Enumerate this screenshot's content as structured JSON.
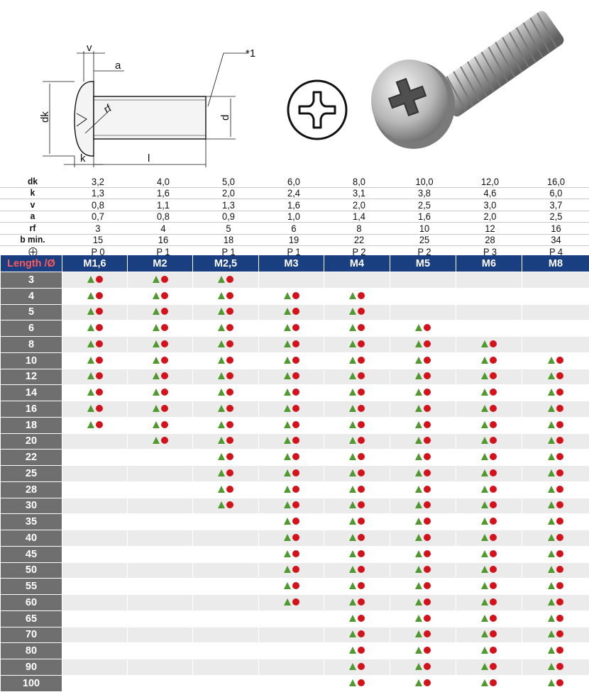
{
  "drawing": {
    "labels": {
      "v": "v",
      "a": "a",
      "note": "*1",
      "dk": "dk",
      "rf": "rf",
      "d": "d",
      "k": "k",
      "l": "l"
    }
  },
  "drive_symbol": {
    "icon": "phillips-cross-icon"
  },
  "photo": {
    "icon": "pan-head-screw-photo"
  },
  "dimensions": {
    "rows": [
      {
        "label": "dk",
        "values": [
          "3,2",
          "4,0",
          "5,0",
          "6,0",
          "8,0",
          "10,0",
          "12,0",
          "16,0"
        ]
      },
      {
        "label": "k",
        "values": [
          "1,3",
          "1,6",
          "2,0",
          "2,4",
          "3,1",
          "3,8",
          "4,6",
          "6,0"
        ]
      },
      {
        "label": "v",
        "values": [
          "0,8",
          "1,1",
          "1,3",
          "1,6",
          "2,0",
          "2,5",
          "3,0",
          "3,7"
        ]
      },
      {
        "label": "a",
        "values": [
          "0,7",
          "0,8",
          "0,9",
          "1,0",
          "1,4",
          "1,6",
          "2,0",
          "2,5"
        ]
      },
      {
        "label": "rf",
        "values": [
          "3",
          "4",
          "5",
          "6",
          "8",
          "10",
          "12",
          "16"
        ]
      },
      {
        "label": "b min.",
        "values": [
          "15",
          "16",
          "18",
          "19",
          "22",
          "25",
          "28",
          "34"
        ]
      },
      {
        "label": "",
        "icon": "phillips-drive-icon",
        "values": [
          "P 0",
          "P 1",
          "P 1",
          "P 1",
          "P 2",
          "P 2",
          "P 3",
          "P 4"
        ]
      }
    ]
  },
  "availability": {
    "header_label": "Length /Ø",
    "sizes": [
      "M1,6",
      "M2",
      "M2,5",
      "M3",
      "M4",
      "M5",
      "M6",
      "M8"
    ],
    "marker_colors": {
      "triangle": "#4f9a2e",
      "dot": "#d3121b"
    },
    "rows": [
      {
        "length": "3",
        "available": [
          1,
          1,
          1,
          0,
          0,
          0,
          0,
          0
        ]
      },
      {
        "length": "4",
        "available": [
          1,
          1,
          1,
          1,
          1,
          0,
          0,
          0
        ]
      },
      {
        "length": "5",
        "available": [
          1,
          1,
          1,
          1,
          1,
          0,
          0,
          0
        ]
      },
      {
        "length": "6",
        "available": [
          1,
          1,
          1,
          1,
          1,
          1,
          0,
          0
        ]
      },
      {
        "length": "8",
        "available": [
          1,
          1,
          1,
          1,
          1,
          1,
          1,
          0
        ]
      },
      {
        "length": "10",
        "available": [
          1,
          1,
          1,
          1,
          1,
          1,
          1,
          1
        ]
      },
      {
        "length": "12",
        "available": [
          1,
          1,
          1,
          1,
          1,
          1,
          1,
          1
        ]
      },
      {
        "length": "14",
        "available": [
          1,
          1,
          1,
          1,
          1,
          1,
          1,
          1
        ]
      },
      {
        "length": "16",
        "available": [
          1,
          1,
          1,
          1,
          1,
          1,
          1,
          1
        ]
      },
      {
        "length": "18",
        "available": [
          1,
          1,
          1,
          1,
          1,
          1,
          1,
          1
        ]
      },
      {
        "length": "20",
        "available": [
          0,
          1,
          1,
          1,
          1,
          1,
          1,
          1
        ]
      },
      {
        "length": "22",
        "available": [
          0,
          0,
          1,
          1,
          1,
          1,
          1,
          1
        ]
      },
      {
        "length": "25",
        "available": [
          0,
          0,
          1,
          1,
          1,
          1,
          1,
          1
        ]
      },
      {
        "length": "28",
        "available": [
          0,
          0,
          1,
          1,
          1,
          1,
          1,
          1
        ]
      },
      {
        "length": "30",
        "available": [
          0,
          0,
          1,
          1,
          1,
          1,
          1,
          1
        ]
      },
      {
        "length": "35",
        "available": [
          0,
          0,
          0,
          1,
          1,
          1,
          1,
          1
        ]
      },
      {
        "length": "40",
        "available": [
          0,
          0,
          0,
          1,
          1,
          1,
          1,
          1
        ]
      },
      {
        "length": "45",
        "available": [
          0,
          0,
          0,
          1,
          1,
          1,
          1,
          1
        ]
      },
      {
        "length": "50",
        "available": [
          0,
          0,
          0,
          1,
          1,
          1,
          1,
          1
        ]
      },
      {
        "length": "55",
        "available": [
          0,
          0,
          0,
          1,
          1,
          1,
          1,
          1
        ]
      },
      {
        "length": "60",
        "available": [
          0,
          0,
          0,
          1,
          1,
          1,
          1,
          1
        ]
      },
      {
        "length": "65",
        "available": [
          0,
          0,
          0,
          0,
          1,
          1,
          1,
          1
        ]
      },
      {
        "length": "70",
        "available": [
          0,
          0,
          0,
          0,
          1,
          1,
          1,
          1
        ]
      },
      {
        "length": "80",
        "available": [
          0,
          0,
          0,
          0,
          1,
          1,
          1,
          1
        ]
      },
      {
        "length": "90",
        "available": [
          0,
          0,
          0,
          0,
          1,
          1,
          1,
          1
        ]
      },
      {
        "length": "100",
        "available": [
          0,
          0,
          0,
          0,
          1,
          1,
          1,
          1
        ]
      }
    ]
  }
}
